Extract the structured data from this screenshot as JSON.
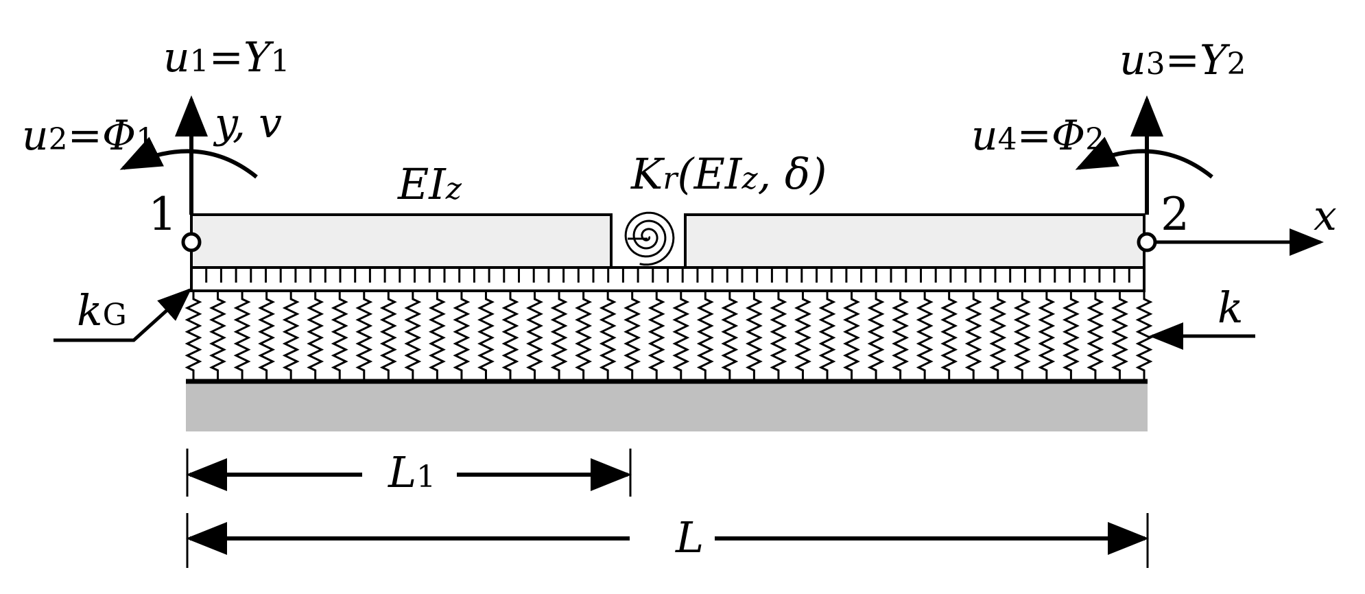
{
  "labels": {
    "u1_main": "u",
    "u1_sub": "1",
    "u1_eq": "=",
    "u1_Y": "Y",
    "u1_Ysub": "1",
    "u2_main": "u",
    "u2_sub": "2",
    "u2_eq": "=",
    "u2_Phi": "Φ",
    "u2_Phisub": "1",
    "yv": "y, v",
    "node1": "1",
    "node2": "2",
    "EI_main": "EI",
    "EI_sub": "z",
    "Kr_main": "K",
    "Kr_sub": "r",
    "Kr_args_1": "(EI",
    "Kr_args_sub": "z",
    "Kr_args_2": ", δ)",
    "u3_main": "u",
    "u3_sub": "3",
    "u3_eq": "=",
    "u3_Y": "Y",
    "u3_Ysub": "2",
    "u4_main": "u",
    "u4_sub": "4",
    "u4_eq": "=",
    "u4_Phi": "Φ",
    "u4_Phisub": "2",
    "x_axis": "x",
    "kG_main": "k",
    "kG_sub": "G",
    "k": "k",
    "L1_main": "L",
    "L1_sub": "1",
    "L": "L"
  },
  "colors": {
    "ink": "#000000",
    "beam_fill": "#eeeeee",
    "ground_fill": "#c0c0c0"
  }
}
